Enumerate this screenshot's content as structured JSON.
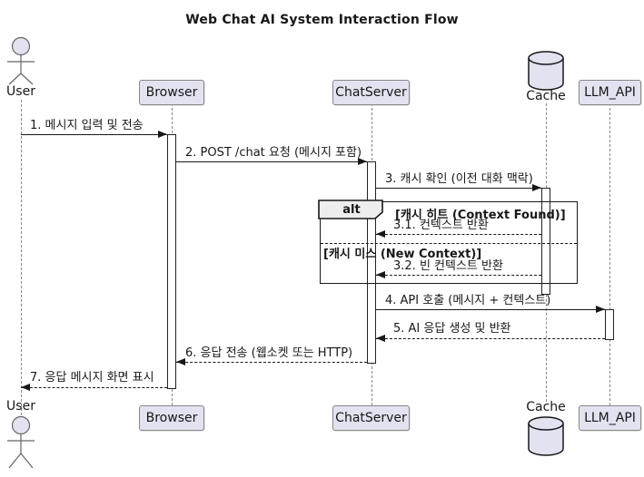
{
  "diagram_type": "uml-sequence-diagram",
  "title": "Web Chat AI System Interaction Flow",
  "participants": [
    {
      "name": "User",
      "type": "actor"
    },
    {
      "name": "Browser",
      "type": "participant-box"
    },
    {
      "name": "ChatServer",
      "type": "participant-box"
    },
    {
      "name": "Cache",
      "type": "database-cylinder"
    },
    {
      "name": "LLM_API",
      "type": "participant-box"
    }
  ],
  "messages": [
    {
      "label": "1. 메시지 입력 및 전송",
      "from": "User",
      "to": "Browser",
      "style": "solid"
    },
    {
      "label": "2. POST /chat 요청 (메시지 포함)",
      "from": "Browser",
      "to": "ChatServer",
      "style": "solid"
    },
    {
      "label": "3. 캐시 확인 (이전 대화 맥락)",
      "from": "ChatServer",
      "to": "Cache",
      "style": "solid"
    },
    {
      "label": "3.1. 컨텍스트 반환",
      "from": "Cache",
      "to": "ChatServer",
      "style": "dashed"
    },
    {
      "label": "3.2. 빈 컨텍스트 반환",
      "from": "Cache",
      "to": "ChatServer",
      "style": "dashed"
    },
    {
      "label": "4. API 호출 (메시지 + 컨텍스트)",
      "from": "ChatServer",
      "to": "LLM_API",
      "style": "solid"
    },
    {
      "label": "5. AI 응답 생성 및 반환",
      "from": "LLM_API",
      "to": "ChatServer",
      "style": "dashed"
    },
    {
      "label": "6. 응답 전송 (웹소켓 또는 HTTP)",
      "from": "ChatServer",
      "to": "Browser",
      "style": "dashed"
    },
    {
      "label": "7. 응답 메시지 화면 표시",
      "from": "Browser",
      "to": "User",
      "style": "dashed"
    }
  ],
  "alt_block": {
    "operator": "alt",
    "condition_hit": "[캐시 히트 (Context Found)]",
    "condition_miss": "[캐시 미스 (New Context)]",
    "contains": [
      "3.1. 컨텍스트 반환",
      "3.2. 빈 컨텍스트 반환"
    ]
  },
  "colors": {
    "participant_fill": "#E2E2F0",
    "participant_border": "#888888",
    "lifeline": "#888888",
    "arrow": "#181818",
    "frame_border": "#181818",
    "operator_fill": "#EEEEEE",
    "activation_fill": "#FFFFFF",
    "background": "#FFFFFF",
    "text": "#181818"
  }
}
